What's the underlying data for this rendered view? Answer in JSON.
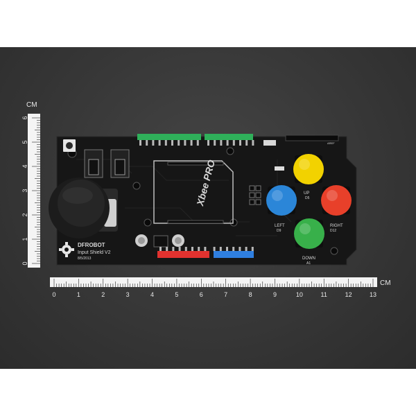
{
  "ruler": {
    "unit_label": "CM",
    "horizontal_ticks": [
      "0",
      "1",
      "2",
      "3",
      "4",
      "5",
      "6",
      "7",
      "8",
      "9",
      "10",
      "11",
      "12",
      "13"
    ],
    "vertical_ticks": [
      "0",
      "1",
      "2",
      "3",
      "4",
      "5",
      "6"
    ]
  },
  "board": {
    "brand": "DFROBOT",
    "name": "Input Shield V2",
    "date": "8/5/2013",
    "chip_label": "Xbee PRO",
    "reset_label": "AREF",
    "buttons": [
      {
        "label": "UP",
        "pin": "D5",
        "color": "#f2d200"
      },
      {
        "label": "LEFT",
        "pin": "D9",
        "color": "#2b86d8"
      },
      {
        "label": "RIGHT",
        "pin": "D12",
        "color": "#e8402a"
      },
      {
        "label": "DOWN",
        "pin": "A1",
        "color": "#38b04a"
      }
    ],
    "header_colors": {
      "green": "#2fb05a",
      "red": "#e2322f",
      "blue": "#2f7fe0"
    }
  }
}
